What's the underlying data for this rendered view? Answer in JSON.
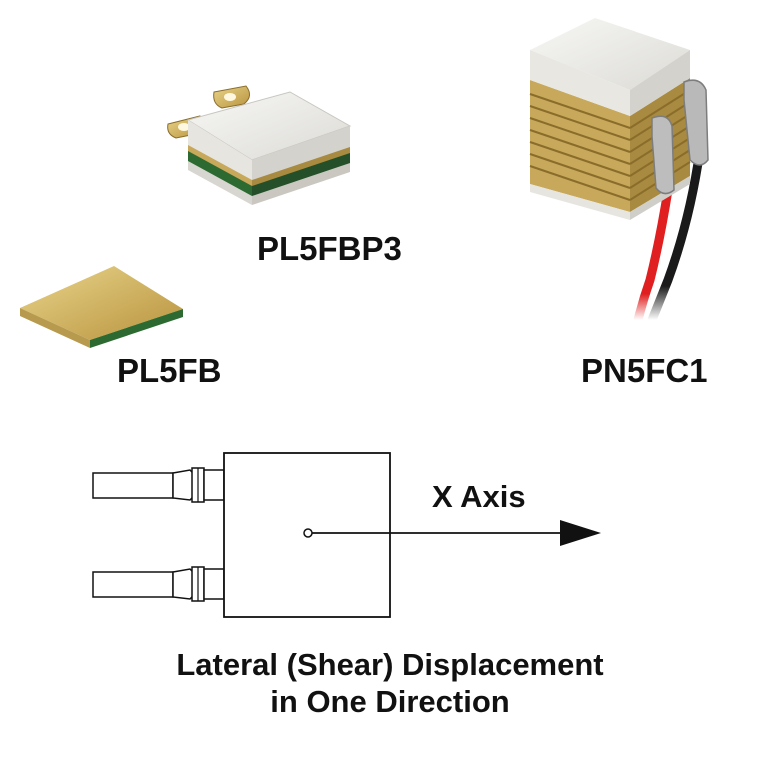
{
  "products": [
    {
      "name": "PL5FBP3"
    },
    {
      "name": "PL5FB"
    },
    {
      "name": "PN5FC1"
    }
  ],
  "diagram": {
    "axis_label": "X Axis",
    "caption_line1": "Lateral (Shear) Displacement",
    "caption_line2": "in One Direction"
  },
  "colors": {
    "ceramic": "#ecebe8",
    "gold": "#d9c06a",
    "gold_plate": "#c8a85a",
    "green_edge": "#2d6a32",
    "wire_red": "#e02020",
    "wire_black": "#1a1a1a",
    "ink": "#111111"
  }
}
